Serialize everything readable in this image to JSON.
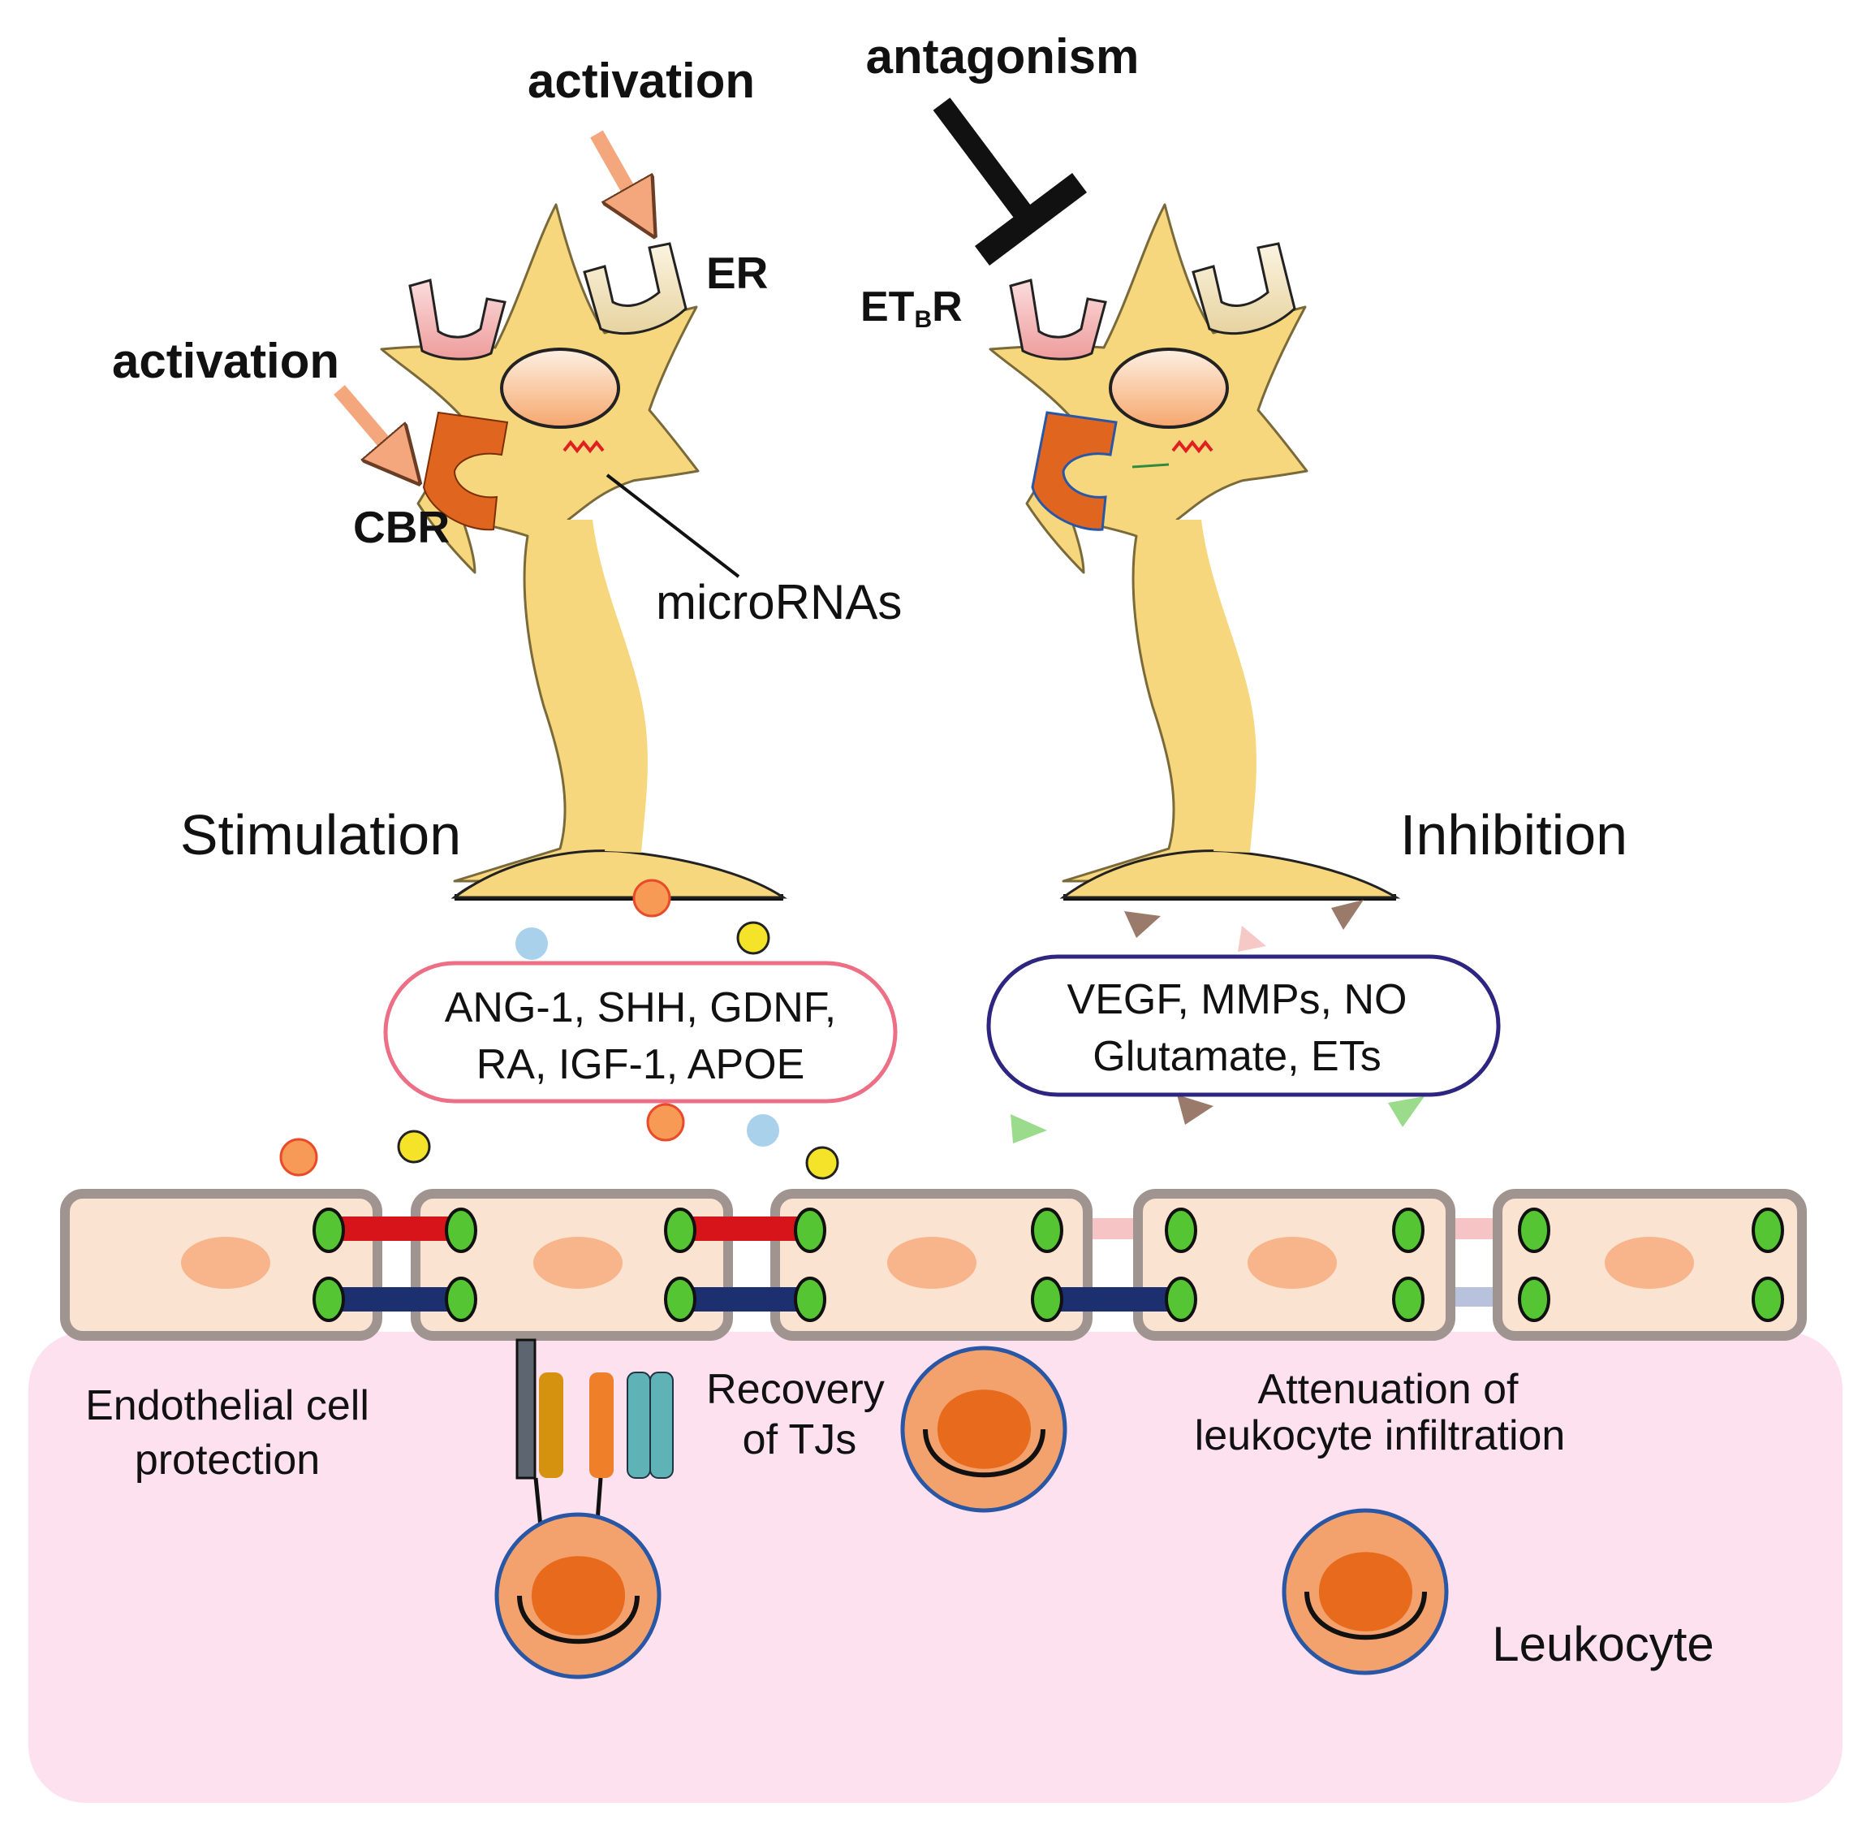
{
  "labels": {
    "activation_top": "activation",
    "activation_left": "activation",
    "antagonism": "antagonism",
    "er": "ER",
    "etbr_main": "ET",
    "etbr_sub": "B",
    "etbr_tail": "R",
    "cbr": "CBR",
    "micrornas": "microRNAs",
    "stimulation": "Stimulation",
    "inhibition": "Inhibition",
    "endothelial_line1": "Endothelial cell",
    "endothelial_line2": "protection",
    "recovery_line1": "Recovery",
    "recovery_line2": "of TJs",
    "attenuation_line1": "Attenuation of",
    "attenuation_line2": "leukocyte infiltration",
    "leukocyte": "Leukocyte"
  },
  "factor_boxes": {
    "stimulation": {
      "line1": "ANG-1, SHH, GDNF,",
      "line2": "RA, IGF-1, APOE"
    },
    "inhibition": {
      "line1": "VEGF, MMPs, NO",
      "line2": "Glutamate, ETs"
    }
  },
  "colors": {
    "astrocyte": "#f7d77e",
    "astrocyte_stroke": "#7a6a3a",
    "er_receptor": "#efe0b8",
    "etbr_receptor": "#f3b7b7",
    "cbr_receptor": "#e0651f",
    "activation_arrow": "#f4a77c",
    "tissue": "#fde1ef",
    "endothelial": "#fbe3d2",
    "endothelial_border": "#a09490",
    "nucleus": "#f8b48a",
    "tj_green": "#55c534",
    "tj_red": "#d8141b",
    "tj_blue": "#1c2f6e",
    "stim_box_border": "#ec6f86",
    "inh_box_border": "#2d2580",
    "leukocyte_fill": "#f3a26d",
    "leukocyte_border": "#2a57a5",
    "leukocyte_nucleus": "#e86a1c"
  }
}
